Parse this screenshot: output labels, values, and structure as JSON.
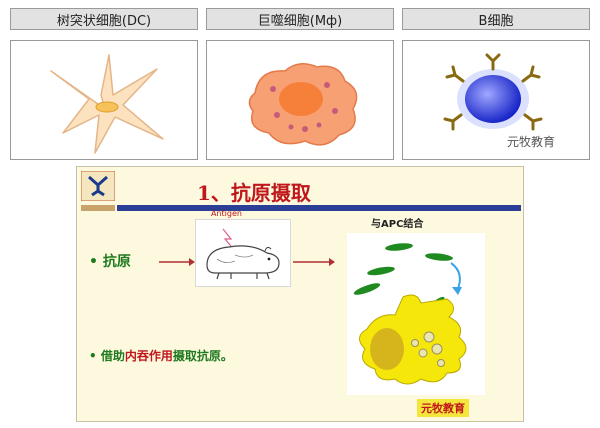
{
  "cells": [
    {
      "label": "树突状细胞(DC)"
    },
    {
      "label": "巨噬细胞(Mф)"
    },
    {
      "label": "B细胞"
    }
  ],
  "watermark": "元牧教育",
  "slide": {
    "title": "1、抗原摄取",
    "antigen_label": "Antigen",
    "apc_label": "与APC结合",
    "bullet_antigen": "抗原",
    "bullet2_prefix": "借助",
    "bullet2_highlight": "内吞作用",
    "bullet2_suffix": "摄取抗原。",
    "footer": "元牧教育"
  },
  "colors": {
    "title_red": "#c0171b",
    "bullet_green": "#1e7a1e",
    "highlight_red": "#c0171b",
    "slide_bg": "#fdf9df"
  }
}
